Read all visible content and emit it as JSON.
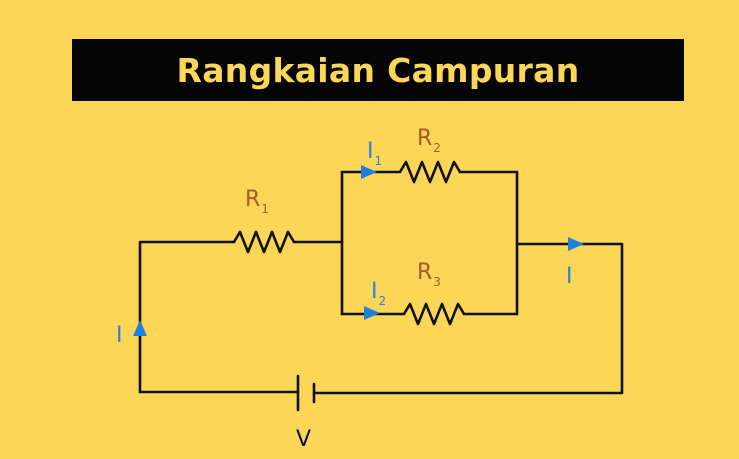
{
  "title": "Rangkaian Campuran",
  "colors": {
    "background": "#fcd757",
    "title_bar": "#050505",
    "title_text": "#fcd757",
    "wire": "#111111",
    "resistor_label": "#a85a2c",
    "current_label": "#2a85d8",
    "arrow": "#1f7fe0"
  },
  "resistors": [
    {
      "id": "R1",
      "symbol": "R",
      "subscript": "1"
    },
    {
      "id": "R2",
      "symbol": "R",
      "subscript": "2"
    },
    {
      "id": "R3",
      "symbol": "R",
      "subscript": "3"
    }
  ],
  "currents": {
    "main_left": {
      "symbol": "I"
    },
    "main_right": {
      "symbol": "I"
    },
    "branch_top": {
      "symbol": "I",
      "subscript": "1"
    },
    "branch_bottom": {
      "symbol": "I",
      "subscript": "2"
    }
  },
  "source": {
    "symbol": "V"
  }
}
